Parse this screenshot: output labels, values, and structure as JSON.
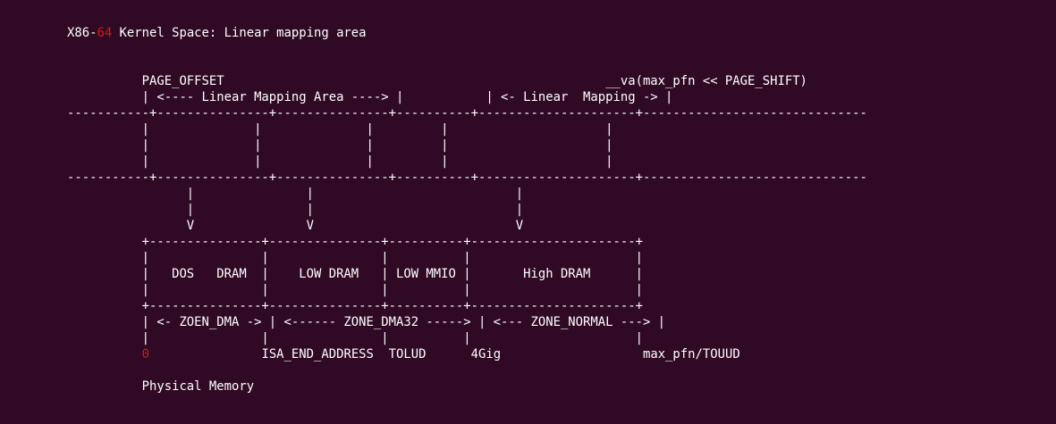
{
  "accent_color": "#cc1e1e",
  "background_color": "#300a24",
  "title": {
    "prefix": "X86-",
    "highlight": "64",
    "rest": " Kernel Space: Linear mapping area"
  },
  "diagram_lines": [
    "          PAGE_OFFSET                                                   __va(max_pfn << PAGE_SHIFT)",
    "          | <---- Linear Mapping Area ----> |           | <- Linear  Mapping -> |",
    "-----------+---------------+---------------+----------+---------------------+------------------------------",
    "          |              |              |         |                     |",
    "          |              |              |         |                     |",
    "          |              |              |         |                     |",
    "-----------+---------------+---------------+----------+---------------------+------------------------------",
    "                |               |                           |",
    "                |               |                           |",
    "                V               V                           V",
    "          +---------------+---------------+----------+----------------------+",
    "          |               |               |          |                      |",
    "          |   DOS   DRAM  |    LOW DRAM   | LOW MMIO |       High DRAM      |",
    "          |               |               |          |                      |",
    "          +---------------+---------------+----------+----------------------+",
    "          | <- ZOEN_DMA -> | <------ ZONE_DMA32 -----> | <--- ZONE_NORMAL ---> |",
    "          |               |               |          |                      |"
  ],
  "address_row": {
    "indent": "          ",
    "zero": "0",
    "rest": "               ISA_END_ADDRESS  TOLUD      4Gig                   max_pfn/TOUUD"
  },
  "footer": "          Physical Memory"
}
